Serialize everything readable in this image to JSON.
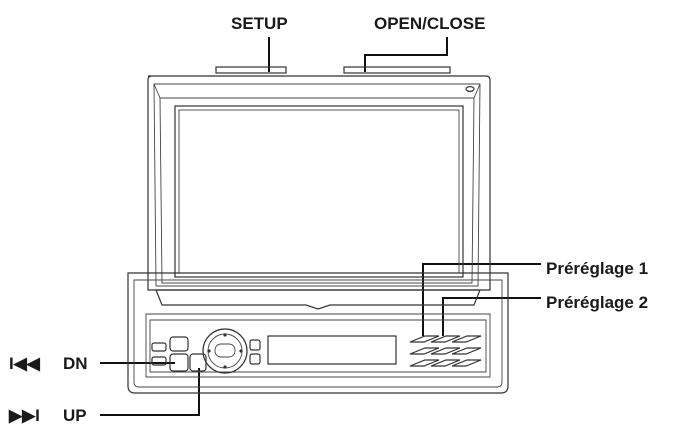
{
  "labels": {
    "setup": "SETUP",
    "open_close": "OPEN/CLOSE",
    "preset1": "Préréglage 1",
    "preset2": "Préréglage 2",
    "dn": "DN",
    "up": "UP",
    "prev_symbol": "I◀◀",
    "next_symbol": "▶▶I"
  }
}
